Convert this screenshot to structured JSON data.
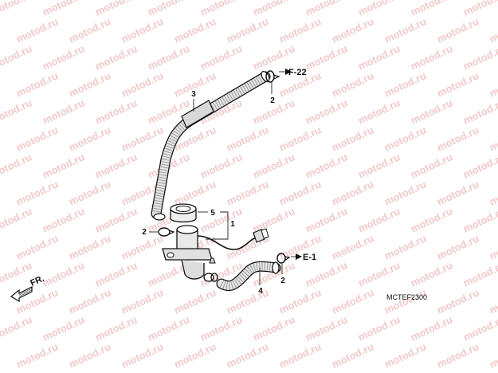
{
  "watermark": "motod.ru",
  "callouts": {
    "hose_upper": "3",
    "clamp_top": "2",
    "clamp_left": "2",
    "clamp_right": "2",
    "hose_lower": "4",
    "part_cap": "5",
    "part_valve": "1"
  },
  "refs": {
    "top": "F-22",
    "right": "E-1"
  },
  "front_label": "FR.",
  "diagram_code": "MCTEF2300",
  "colors": {
    "watermark": "#f2c9c9",
    "line": "#111111",
    "hose_fill": "#e6e6e6"
  }
}
